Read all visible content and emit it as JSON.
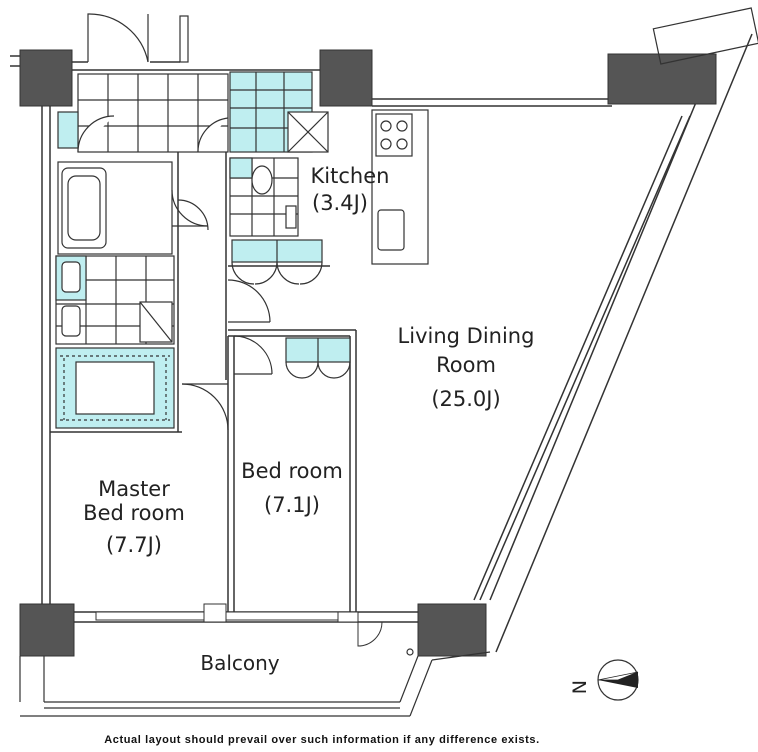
{
  "rooms": {
    "kitchen": {
      "name": "Kitchen",
      "size": "(3.4J)"
    },
    "living": {
      "name_line1": "Living Dining",
      "name_line2": "Room",
      "size": "(25.0J)"
    },
    "bedroom": {
      "name": "Bed room",
      "size": "(7.1J)"
    },
    "master": {
      "name_line1": "Master",
      "name_line2": "Bed room",
      "size": "(7.7J)"
    },
    "balcony": {
      "name": "Balcony"
    }
  },
  "compass": {
    "label": "N"
  },
  "disclaimer": "Actual layout should prevail over such information if any difference exists.",
  "colors": {
    "wall": "#555555",
    "fixture": "#bfeef0",
    "line": "#333333"
  }
}
